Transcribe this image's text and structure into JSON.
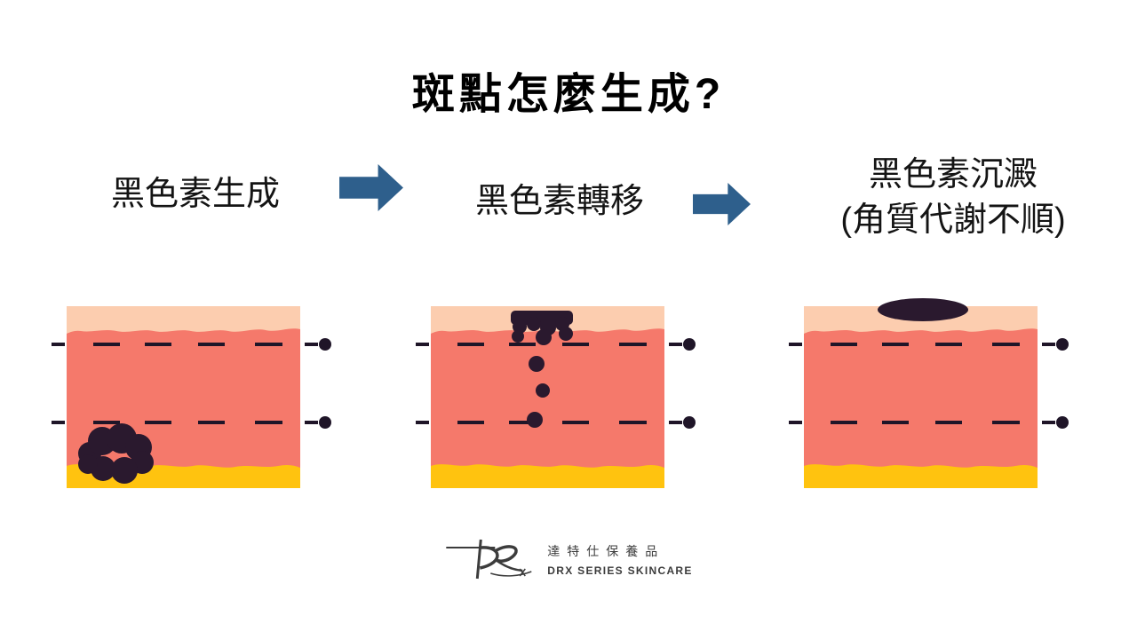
{
  "title": "斑點怎麼生成?",
  "stages": [
    {
      "line1": "黑色素生成"
    },
    {
      "line1": "黑色素轉移"
    },
    {
      "line1": "黑色素沉澱",
      "line2": "(角質代謝不順)"
    }
  ],
  "logo": {
    "brand_zh": "達特仕保養品",
    "brand_en": "DRX SERIES SKINCARE"
  },
  "colors": {
    "background": "#ffffff",
    "title-text": "#000000",
    "label-text": "#141414",
    "arrow-blue": "#2e5f8c",
    "skin-top": "#fccdaf",
    "skin-mid": "#f5796b",
    "skin-deep": "#ffc30f",
    "melanin": "#2a192e",
    "line-dark": "#1f1528",
    "logo-text": "#3c3c3c"
  }
}
